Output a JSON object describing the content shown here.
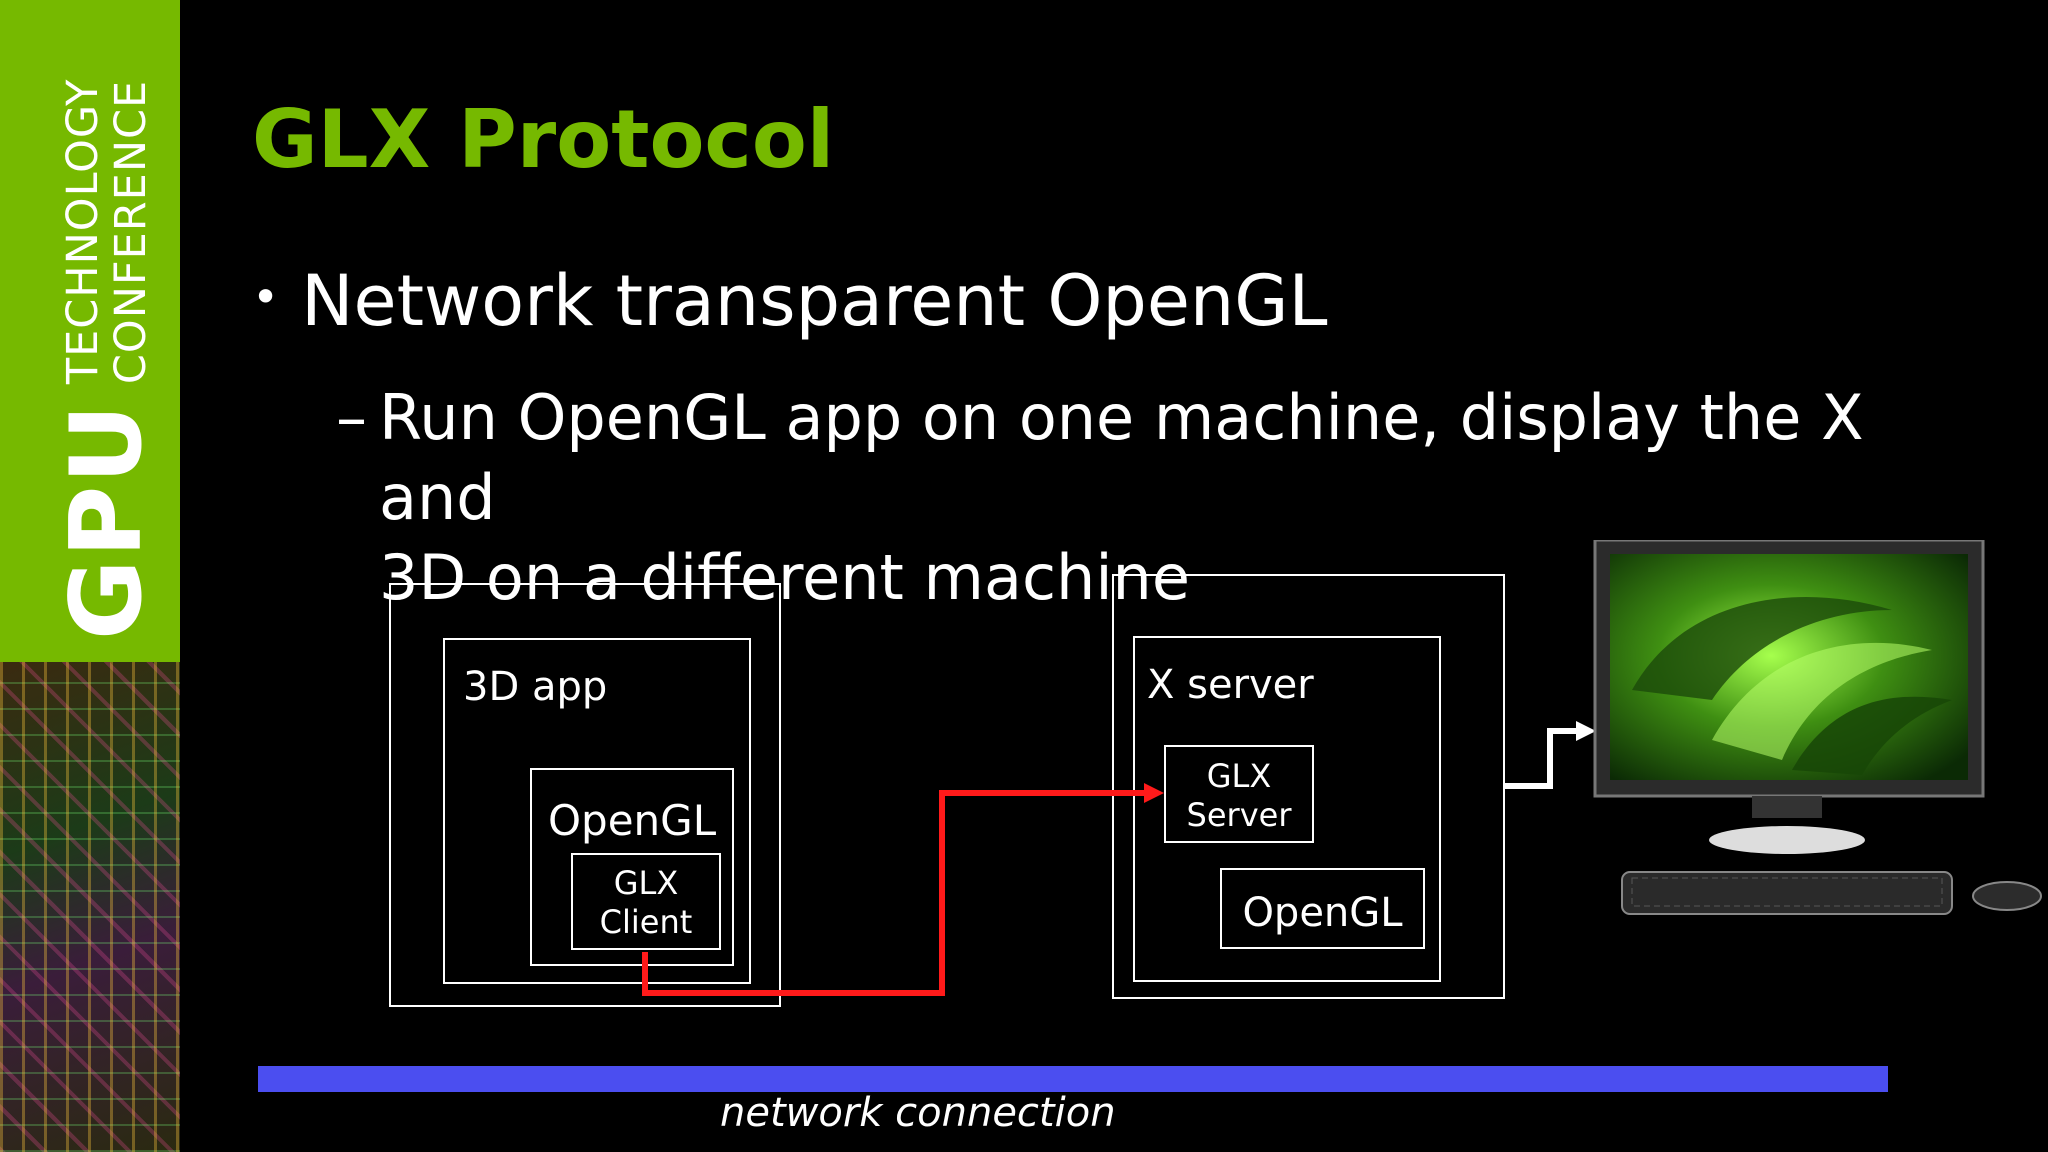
{
  "sidebar": {
    "brand_main": "GPU",
    "brand_line1": "TECHNOLOGY",
    "brand_line2": "CONFERENCE"
  },
  "slide": {
    "title": "GLX Protocol",
    "bullet1": "Network transparent OpenGL",
    "bullet2_line1": "Run OpenGL app on one machine, display the X and",
    "bullet2_line2": "3D on a different machine",
    "bullet_marker": "•",
    "sub_marker": "–"
  },
  "diagram": {
    "client_app_label": "3D app",
    "client_opengl_label": "OpenGL",
    "glx_client_line1": "GLX",
    "glx_client_line2": "Client",
    "server_label": "X server",
    "glx_server_line1": "GLX",
    "glx_server_line2": "Server",
    "server_opengl_label": "OpenGL",
    "network_label": "network connection"
  },
  "colors": {
    "accent_green": "#76b900",
    "arrow_red": "#ff1a1a",
    "network_blue": "#4b4ef0"
  }
}
